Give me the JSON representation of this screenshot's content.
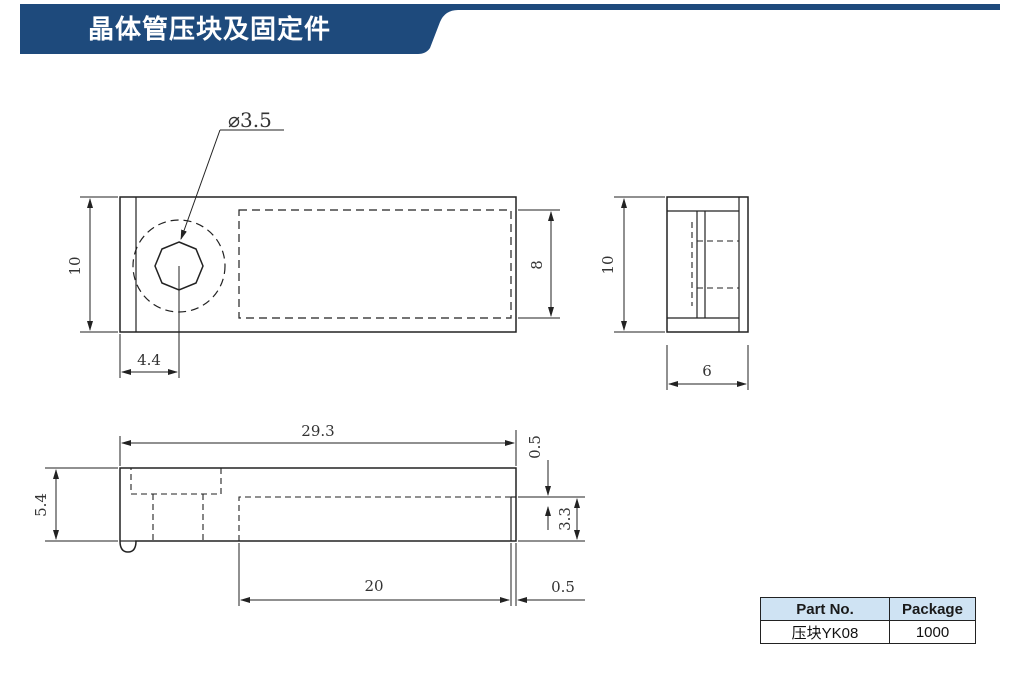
{
  "header": {
    "title": "晶体管压块及固定件",
    "accent_color": "#1e4a7c"
  },
  "top_view": {
    "hole_diameter_label": "⌀3.5",
    "height_label": "10",
    "slot_height_label": "8",
    "hole_offset_label": "4.4"
  },
  "side_view": {
    "height_label": "10",
    "width_label": "6"
  },
  "front_view": {
    "length_label": "29.3",
    "height_label": "5.4",
    "step_label": "0.5",
    "slot_depth_label": "3.3",
    "slot_length_label": "20",
    "end_gap_label": "0.5"
  },
  "parts_table": {
    "headers": [
      "Part No.",
      "Package"
    ],
    "rows": [
      [
        "压块YK08",
        "1000"
      ]
    ]
  }
}
